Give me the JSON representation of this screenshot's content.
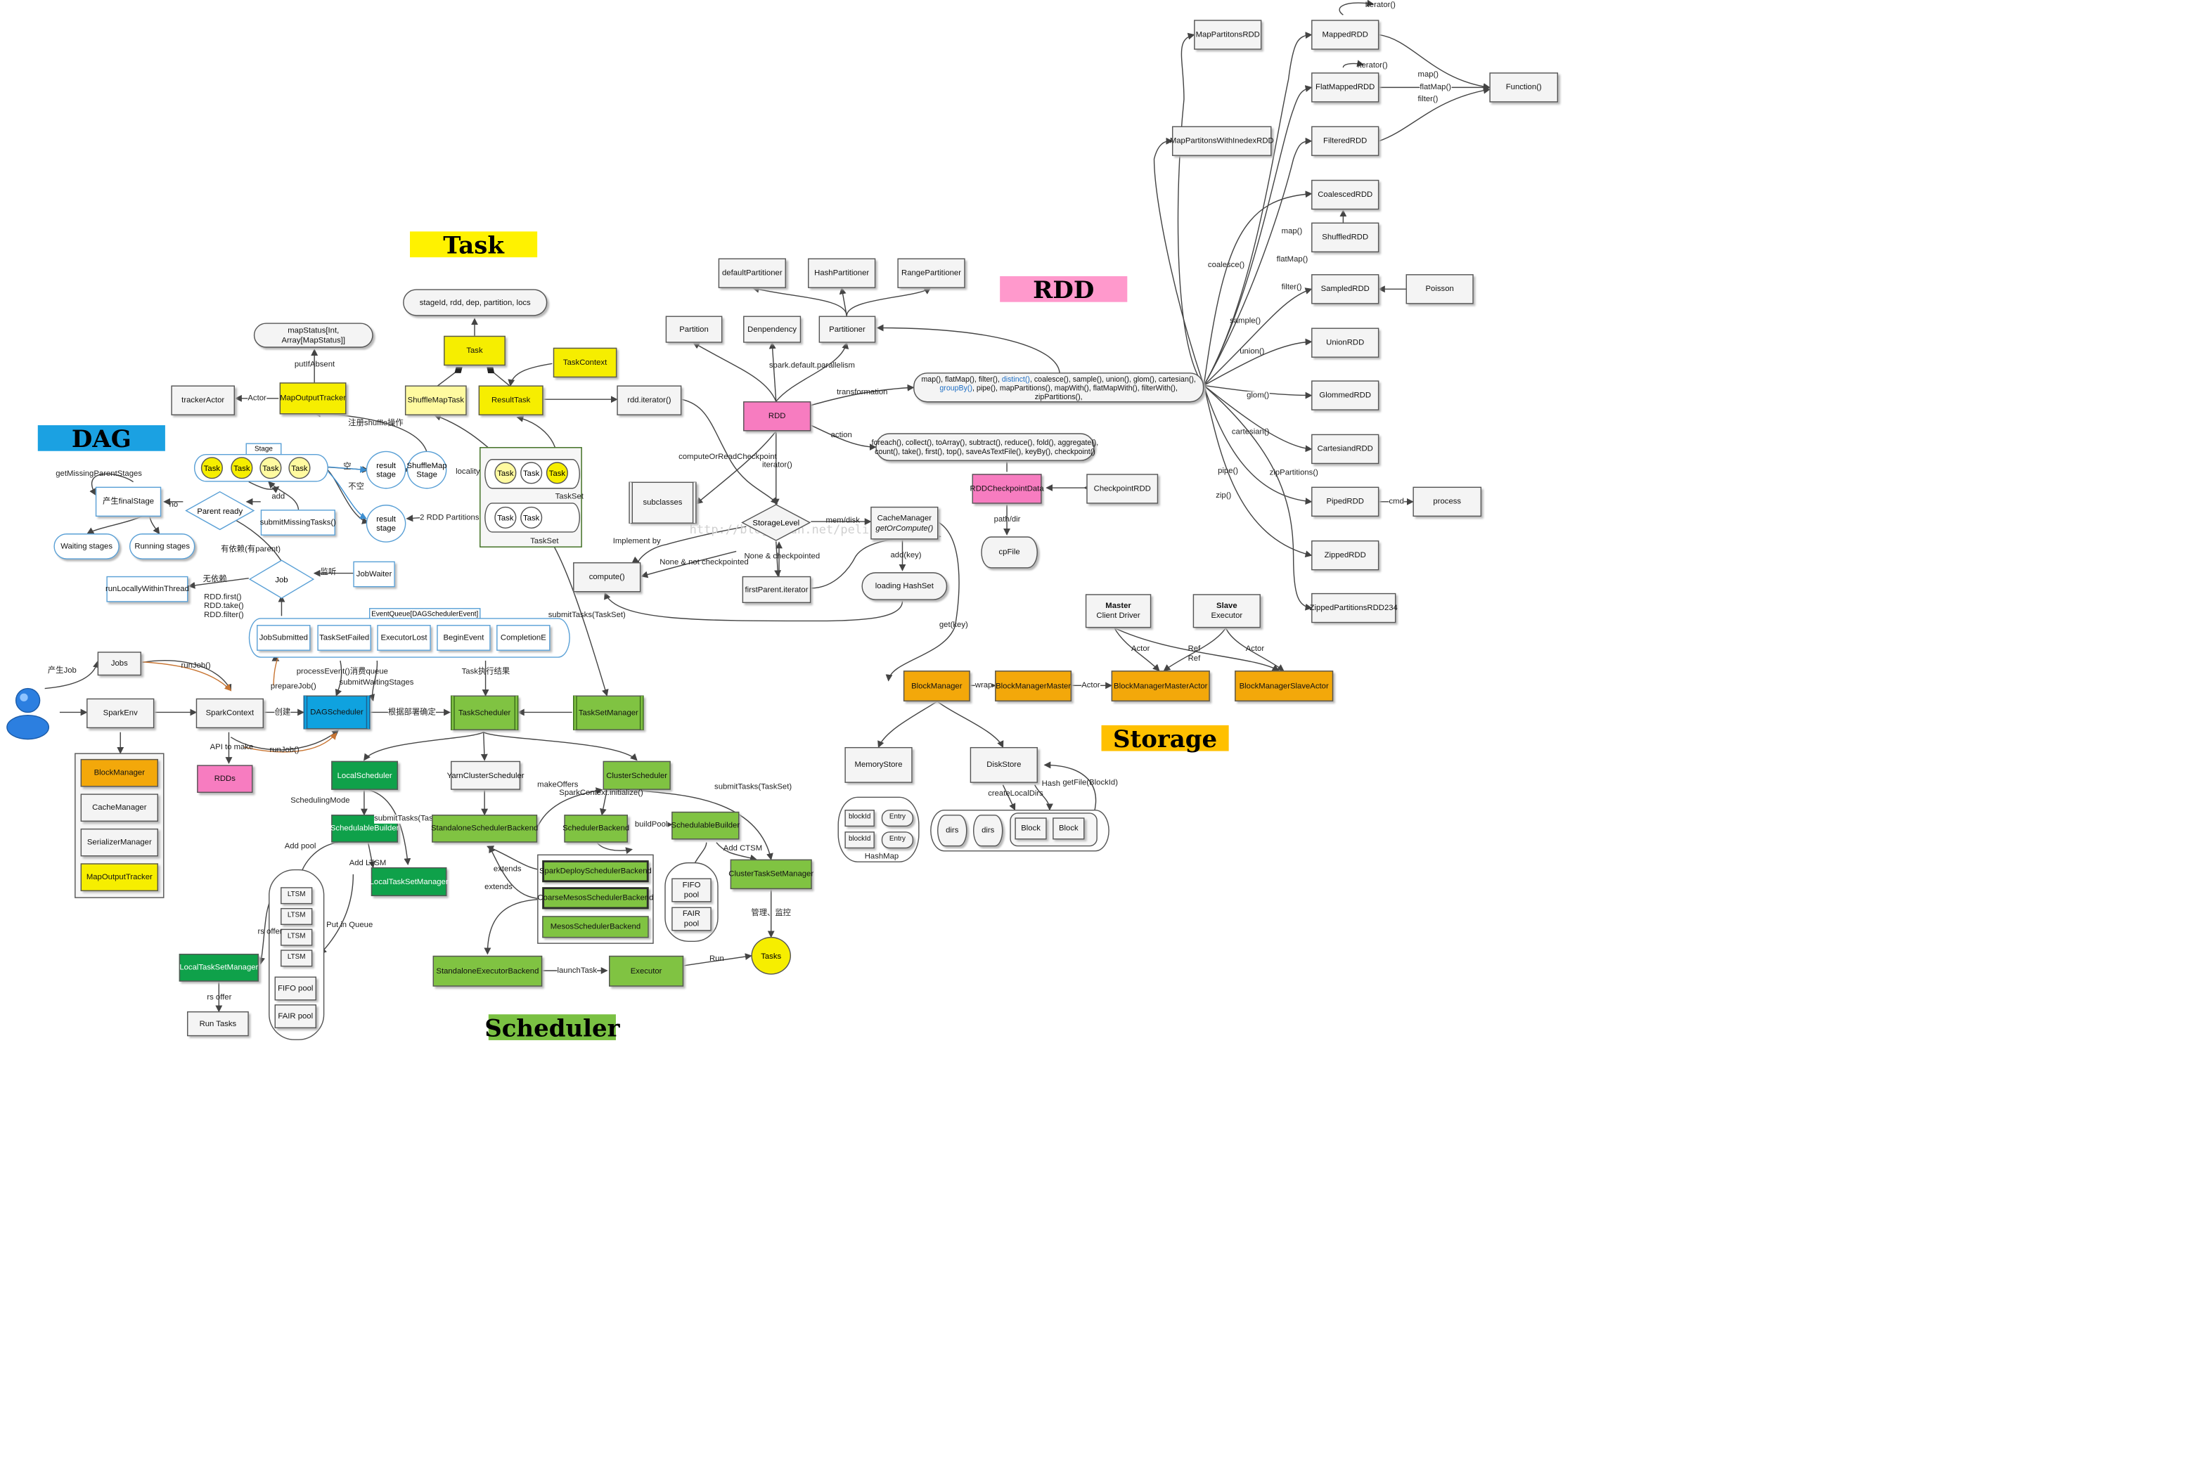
{
  "titles": {
    "task": "Task",
    "rdd": "RDD",
    "dag": "DAG",
    "storage": "Storage",
    "scheduler": "Scheduler"
  },
  "watermark": "http://blog.csdn.net/peli",
  "task": {
    "stage_info": "stageId, rdd, dep, partition, locs",
    "task": "Task",
    "task_context": "TaskContext",
    "shuffle_map_task": "ShuffleMapTask",
    "result_task": "ResultTask",
    "rdd_iterator": "rdd.iterator()",
    "map_status": "mapStatus[Int, Array[MapStatus]]",
    "put_if_absent": "putIfAbsent",
    "tracker_actor": "trackerActor",
    "actor": "Actor",
    "map_output_tracker": "MapOutputTracker",
    "register_shuffle": "注册shuffle操作",
    "taskset_items": [
      "Task",
      "Task",
      "Task"
    ],
    "taskset_items2": [
      "Task",
      "Task"
    ],
    "taskset": "TaskSet",
    "taskset2": "TaskSet",
    "locality": "locality",
    "two_rdd_partitions": "2 RDD Partitions"
  },
  "dag": {
    "get_missing": "getMissingParentStages",
    "final_stage": "产生finalStage",
    "no": "no",
    "parent_ready": "Parent ready",
    "submit_missing": "submitMissingTasks()",
    "add": "add",
    "stage": "Stage",
    "stage_tasks": [
      "Task",
      "Task",
      "Task",
      "Task"
    ],
    "result_stage": "result stage",
    "result_stage2": "result stage",
    "shuffle_map_stage": "ShuffleMap\nStage",
    "empty": "空",
    "not_empty": "不空",
    "waiting": "Waiting stages",
    "running": "Running stages",
    "has_dep": "有依赖(有parent)",
    "job": "Job",
    "no_dep": "无依赖",
    "run_local": "runLocallyWithinThread",
    "rdd_actions": "RDD.first()\nRDD.take()\nRDD.filter()",
    "listen": "监听",
    "job_waiter": "JobWaiter",
    "event_queue": "EventQueue[DAGSchedulerEvent]",
    "events": [
      "JobSubmitted",
      "TaskSetFailed",
      "ExecutorLost",
      "BeginEvent",
      "CompletionE"
    ],
    "submit_tasks_taskset": "submitTasks(TaskSet)",
    "produce_job": "产生Job",
    "jobs": "Jobs",
    "run_job": "runJob()",
    "prepare_job": "prepareJob()",
    "process_event": "processEvent()消费queue",
    "submit_waiting": "submitWaitingStages",
    "spark_env": "SparkEnv",
    "spark_context": "SparkContext",
    "create": "创建",
    "dag_scheduler": "DAGScheduler",
    "partition_by_dep": "根据部署确定",
    "task_result": "Task执行结果",
    "api_to_make": "API to make",
    "run_job2": "runJob()",
    "rdds": "RDDs",
    "env_items": [
      "BlockManager",
      "CacheManager",
      "SerializerManager",
      "MapOutputTracker"
    ]
  },
  "rdd": {
    "default_partitioner": "defaultPartitioner",
    "hash_partitioner": "HashPartitioner",
    "range_partitioner": "RangePartitioner",
    "partition": "Partition",
    "dependency": "Denpendency",
    "partitioner": "Partitioner",
    "spark_default_parallelism": "spark.default.parallelism",
    "rdd": "RDD",
    "transformation": "transformation",
    "transformations_line1a": "map(), flatMap(), filter(), ",
    "transformations_distinct": "distinct()",
    "transformations_line1b": ", coalesce(), sample(), union(), glom(), cartesian(),",
    "transformations_groupby": "groupBy()",
    "transformations_line2": ", pipe(), mapPartitions(), mapWith(), flatMapWith(), filterWith(), zipPartitions(),",
    "action": "action",
    "actions": "foreach(), collect(), toArray(), subtract(), reduce(), fold(), aggregate(),\ncount(), take(), first(), top(), saveAsTextFile(), keyBy(), checkpoint()",
    "compute_or_read": "computeOrReadCheckpoint",
    "iterator": "iterator()",
    "subclasses": "subclasses",
    "implement_by": "Implement by",
    "compute": "compute()",
    "storage_level": "StorageLevel",
    "mem_disk": "mem/disk",
    "cache_manager": "CacheManager",
    "get_or_compute": "getOrCompute()",
    "none_not_checkpointed": "None & not checkpointed",
    "none_checkpointed": "None & checkpointed",
    "first_parent_iterator": "firstParent.iterator",
    "add_key": "add(key)",
    "loading_hashset": "loading HashSet",
    "rdd_checkpoint_data": "RDDCheckpointData",
    "checkpoint_rdd": "CheckpointRDD",
    "path_dir": "path/dir",
    "cpfile": "cpFile",
    "get_key": "get(key)"
  },
  "rdd_types": {
    "map_partitions_rdd": "MapPartitonsRDD",
    "map_partitions_with_index_rdd": "MapPartitonsWithInedexRDD",
    "mapped_rdd": "MappedRDD",
    "flat_mapped_rdd": "FlatMappedRDD",
    "filtered_rdd": "FilteredRDD",
    "coalesced_rdd": "CoalescedRDD",
    "shuffled_rdd": "ShuffledRDD",
    "sampled_rdd": "SampledRDD",
    "poisson": "Poisson",
    "union_rdd": "UnionRDD",
    "glommed_rdd": "GlommedRDD",
    "cartesian_rdd": "CartesiandRDD",
    "piped_rdd": "PipedRDD",
    "cmd": "cmd",
    "process": "process",
    "zipped_rdd": "ZippedRDD",
    "zipped_partitions_rdd": "ZippedPartitionsRDD234",
    "function": "Function()",
    "iterator1": "Iterator()",
    "iterator2": "Iterator()",
    "map": "map()",
    "flatmap": "flatMap()",
    "filter": "filter()",
    "map2": "map()",
    "flatmap2": "flatMap()",
    "filter2": "filter()",
    "coalesce": "coalesce()",
    "sample": "sample()",
    "union": "union()",
    "glom": "glom()",
    "cartesian": "cartesian()",
    "pipe": "pipe()",
    "zip": "zip()",
    "zip_partitions": "zipPartitions()"
  },
  "storage": {
    "master": "Master",
    "client_driver": "Client Driver",
    "slave": "Slave",
    "executor": "Executor",
    "actor1": "Actor",
    "ref1": "Ref",
    "ref2": "Ref",
    "actor2": "Actor",
    "block_manager": "BlockManager",
    "wrap": "wrap",
    "block_manager_master": "BlockManagerMaster",
    "actor3": "Actor",
    "block_manager_master_actor": "BlockManagerMasterActor",
    "block_manager_slave_actor": "BlockManagerSlaveActor",
    "memory_store": "MemoryStore",
    "disk_store": "DiskStore",
    "create_local_dirs": "createLocalDirs",
    "hash": "Hash",
    "get_file": "getFile(BlockId)",
    "block_ids": [
      "blockId",
      "blockId"
    ],
    "entries": [
      "Entry",
      "Entry"
    ],
    "hashmap": "HashMap",
    "dirs": [
      "dirs",
      "dirs"
    ],
    "blocks": [
      "Block",
      "Block"
    ]
  },
  "scheduler": {
    "task_scheduler": "TaskScheduler",
    "taskset_manager": "TaskSetManager",
    "local_scheduler": "LocalScheduler",
    "yarn_cluster_scheduler": "YarnClusterScheduler",
    "cluster_scheduler": "ClusterScheduler",
    "make_offers": "makeOffers",
    "spark_context_initialize": "SparkContext.initialize()",
    "submit_tasks_cs": "submitTasks(TaskSet)",
    "scheduling_mode": "SchedulingMode",
    "schedulable_builder": "SchedulableBuilder",
    "submit_tasks_local": "submitTasks(TaskSet)",
    "standalone_scheduler_backend": "StandaloneSchedulerBackend",
    "scheduler_backend": "SchedulerBackend",
    "build_pool": "buildPool",
    "schedulable_builder2": "SchedulableBuilder",
    "add_pool": "Add pool",
    "add_ltsm": "Add LTSM",
    "local_taskset_manager": "LocalTaskSetManager",
    "ltsm": [
      "LTSM",
      "LTSM",
      "LTSM",
      "LTSM"
    ],
    "fifo_pool": "FIFO pool",
    "fair_pool": "FAIR pool",
    "rs_offer": "rs offer",
    "put_in_queue": "Put in Queue",
    "local_taskset_manager2": "LocalTaskSetManager",
    "rs_offer2": "rs offer",
    "run_tasks": "Run Tasks",
    "extends1": "extends",
    "extends2": "extends",
    "spark_deploy_backend": "SparkDeploySchedulerBackend",
    "coarse_mesos_backend": "CoarseMesosSchedulerBackend",
    "mesos_backend": "MesosSchedulerBackend",
    "fifo_pool2": "FIFO pool",
    "fair_pool2": "FAIR pool",
    "add_ctsm": "Add CTSM",
    "cluster_taskset_manager": "ClusterTaskSetManager",
    "manage_monitor": "管理、监控",
    "tasks": "Tasks",
    "standalone_executor_backend": "StandaloneExecutorBackend",
    "launch_task": "launchTask",
    "executor": "Executor",
    "run": "Run"
  },
  "colors": {
    "task_title": "#fff200",
    "rdd_title": "#ff99cc",
    "dag_title": "#1ba1e2",
    "storage_title": "#ffc000",
    "scheduler_title": "#7ac143",
    "wire": "#444444",
    "accent_orange": "#c87533",
    "accent_blue": "#5aa0d6"
  }
}
